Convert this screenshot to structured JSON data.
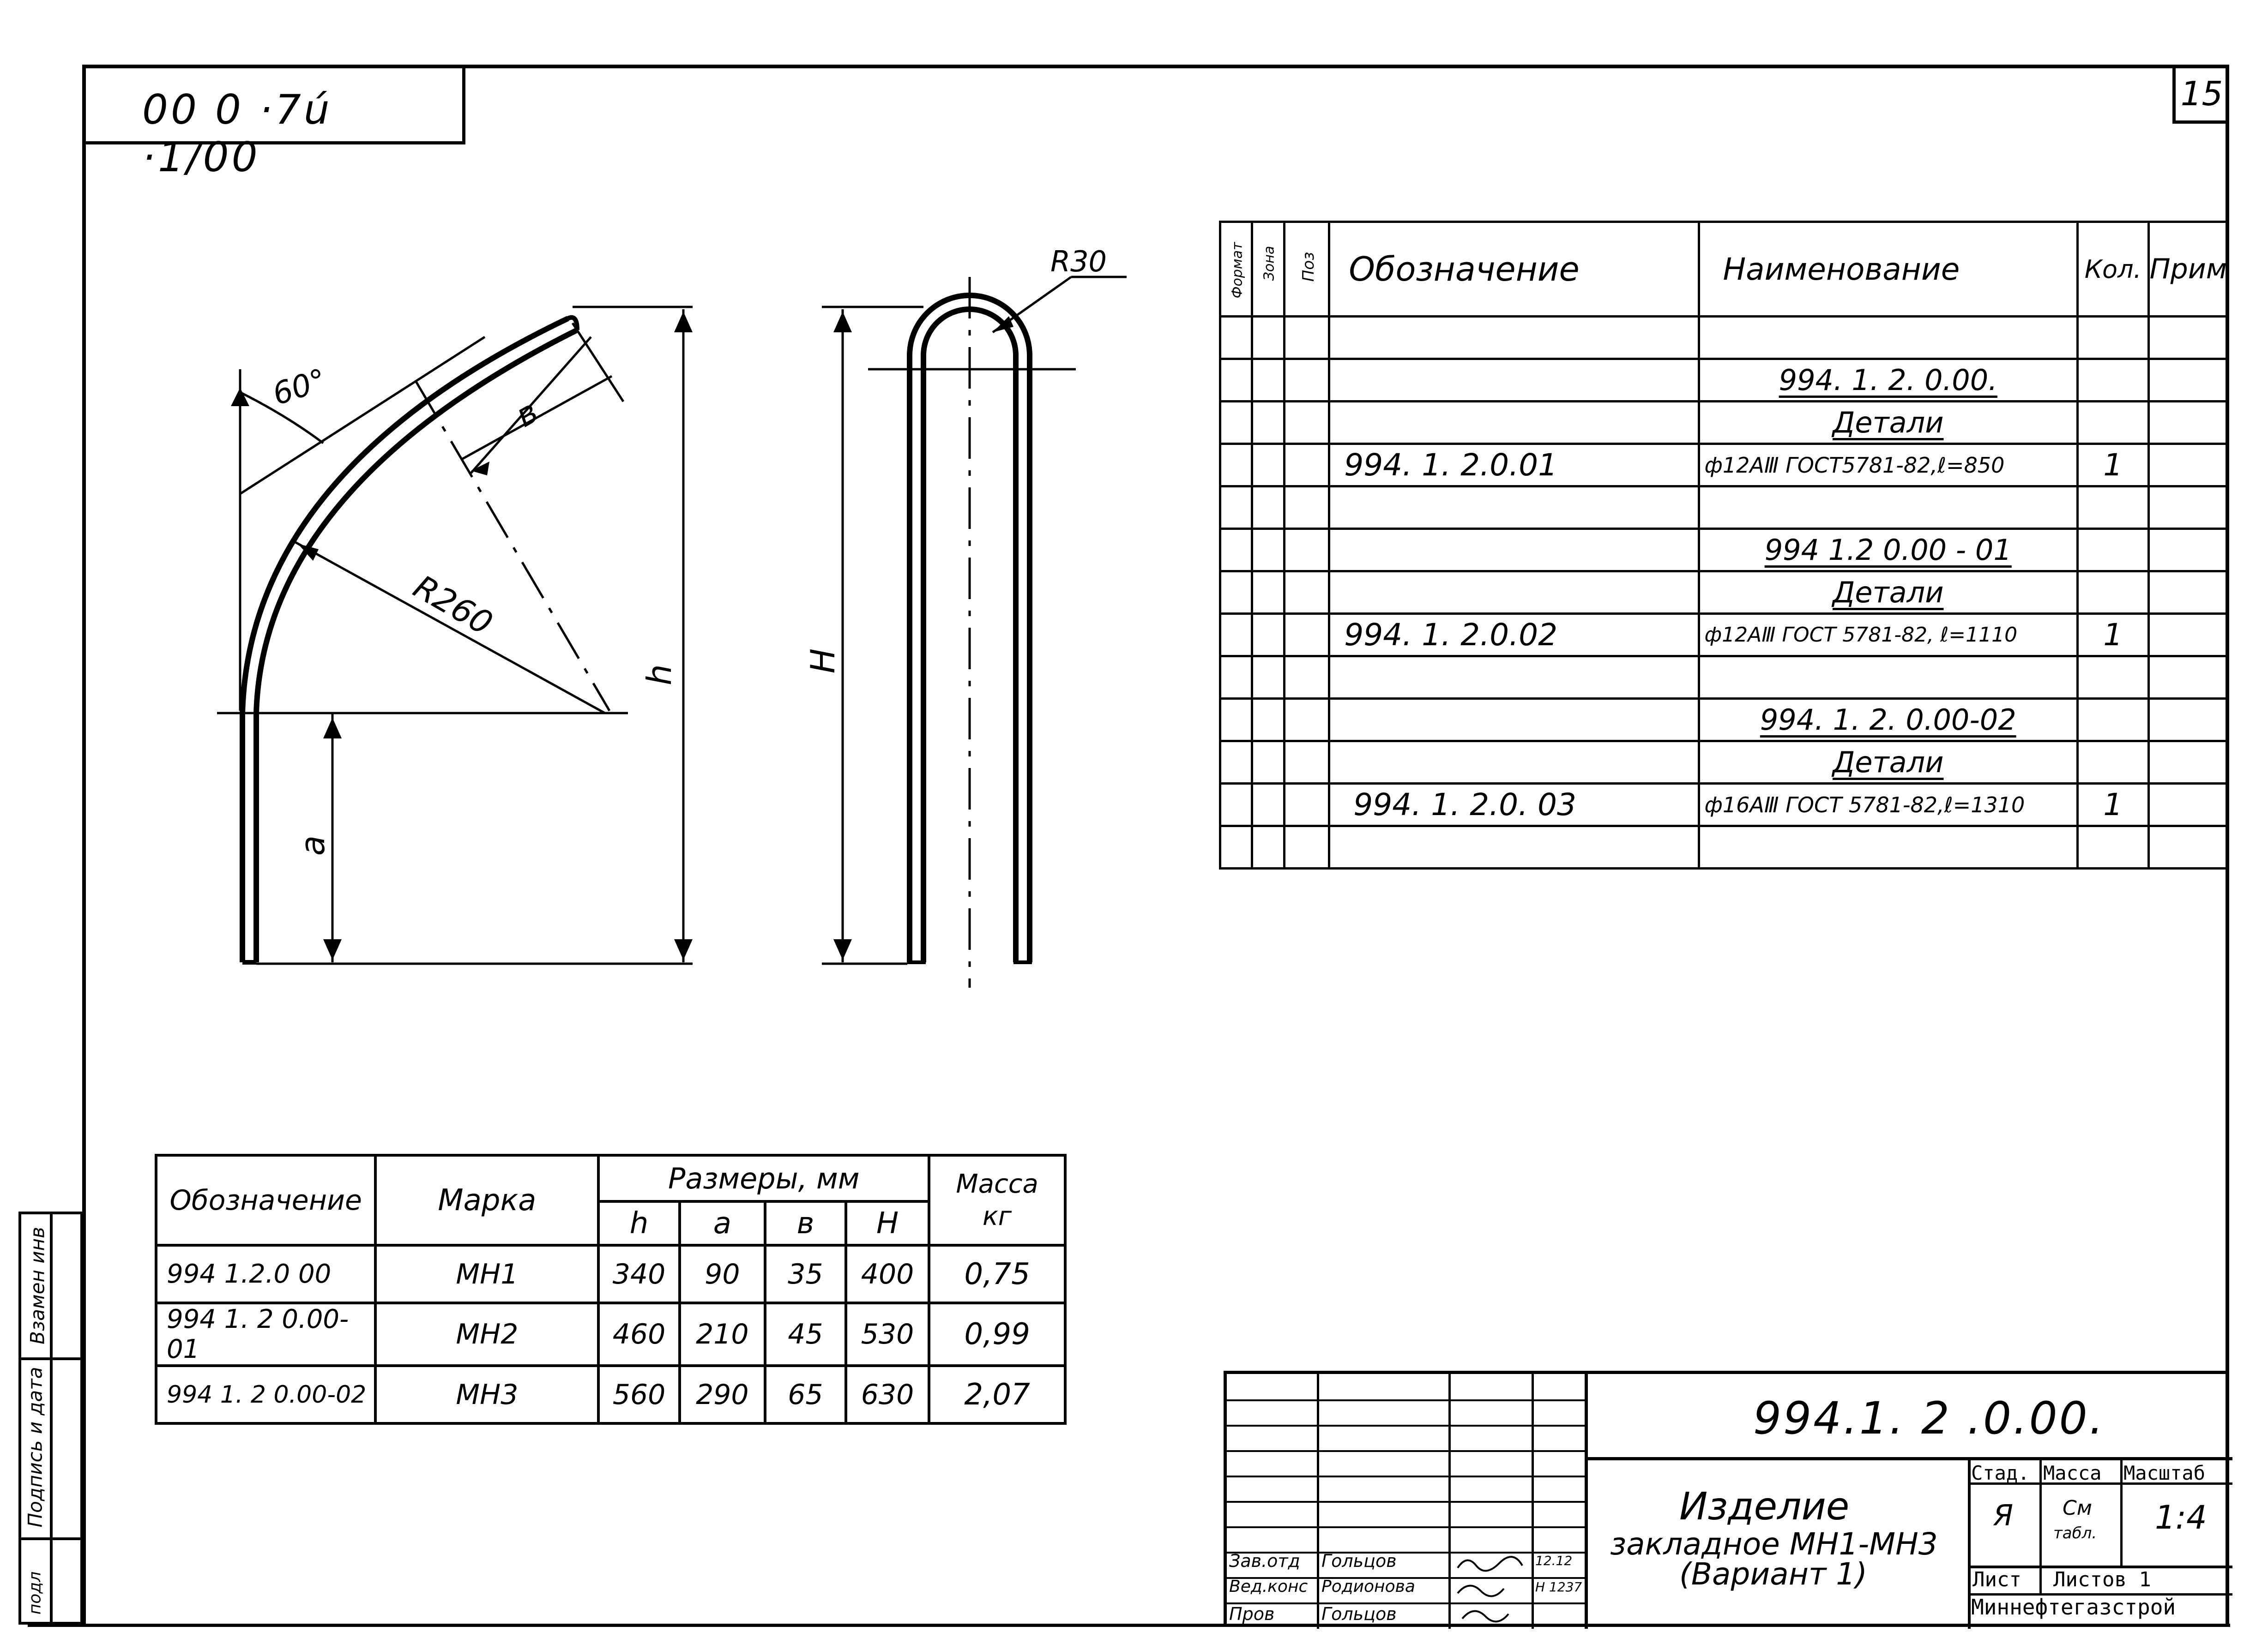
{
  "header": {
    "archive_number": "00 0 ·7ú ·1/00",
    "sheet_number": "15"
  },
  "drawing": {
    "left_view": {
      "angle": "60°",
      "radius": "R260",
      "dim_b": "в",
      "dim_h": "h",
      "dim_a": "a"
    },
    "right_view": {
      "radius": "R30",
      "dim_H": "H"
    }
  },
  "spec_table": {
    "headers": {
      "format": "Формат",
      "zone": "Зона",
      "pos": "Поз",
      "designation": "Обозначение",
      "name": "Наименование",
      "qty": "Кол.",
      "note": "Прим"
    },
    "groups": [
      {
        "assembly": "994. 1. 2. 0.00.",
        "section": "Детали",
        "designation": "994. 1. 2.0.01",
        "name": "ф12АⅢ ГОСТ5781-82,ℓ=850",
        "qty": "1"
      },
      {
        "assembly": "994 1.2 0.00 - 01",
        "section": "Детали",
        "designation": "994. 1. 2.0.02",
        "name": "ф12АⅢ ГОСТ 5781-82, ℓ=1110",
        "qty": "1"
      },
      {
        "assembly": "994. 1. 2. 0.00-02",
        "section": "Детали",
        "designation": "994. 1. 2.0. 03",
        "name": "ф16АⅢ ГОСТ 5781-82,ℓ=1310",
        "qty": "1"
      }
    ]
  },
  "dims_table": {
    "headers": {
      "designation": "Обозначение",
      "mark": "Марка",
      "sizes": "Размеры, мм",
      "h": "h",
      "a": "a",
      "b": "в",
      "H": "H",
      "mass": "Масса",
      "mass_unit": "кг"
    },
    "rows": [
      {
        "designation": "994 1.2.0 00",
        "mark": "МН1",
        "h": "340",
        "a": "90",
        "b": "35",
        "H": "400",
        "mass": "0,75"
      },
      {
        "designation": "994 1. 2 0.00-01",
        "mark": "МН2",
        "h": "460",
        "a": "210",
        "b": "45",
        "H": "530",
        "mass": "0,99"
      },
      {
        "designation": "994 1. 2 0.00-02",
        "mark": "МН3",
        "h": "560",
        "a": "290",
        "b": "65",
        "H": "630",
        "mass": "2,07"
      }
    ]
  },
  "title_block": {
    "code": "994.1. 2 .0.00.",
    "product_line1": "Изделие",
    "product_line2": "закладное МН1-МН3",
    "product_line3": "(Вариант 1)",
    "stage_label": "Стад.",
    "mass_label": "Масса",
    "scale_label": "Масштаб",
    "stage_value": "Я",
    "mass_value": "См",
    "mass_value2": "табл.",
    "scale_value": "1:4",
    "sheet_label": "Лист",
    "sheets_label": "Листов 1",
    "org": "Миннефтегазстрой",
    "signatures": [
      {
        "role": "Зав.отд",
        "name": "Гольцов",
        "date": "12.12"
      },
      {
        "role": "Вед.конс",
        "name": "Родионова",
        "date": "Н 1237"
      },
      {
        "role": "Пров",
        "name": "Гольцов",
        "date": ""
      }
    ]
  },
  "side_stamp": {
    "inv": "Взамен инв",
    "sign": "Подпись и дата",
    "podl": "подл"
  }
}
